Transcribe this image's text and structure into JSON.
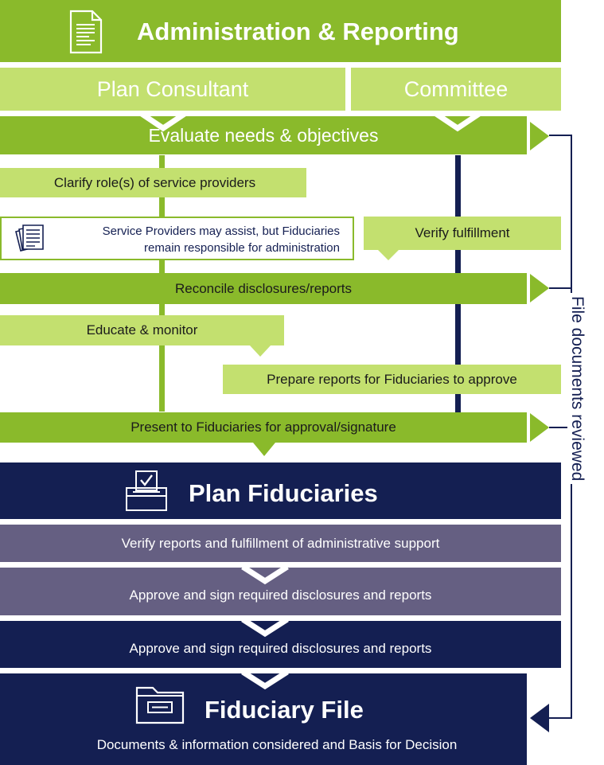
{
  "header": {
    "title": "Administration & Reporting",
    "icon": "document-icon"
  },
  "columns": {
    "consultant": "Plan Consultant",
    "committee": "Committee"
  },
  "steps": {
    "evaluate": "Evaluate needs & objectives",
    "clarify": "Clarify role(s) of service providers",
    "note_line1": "Service Providers may assist, but Fiduciaries",
    "note_line2": "remain responsible for administration",
    "verify_fulfillment": "Verify fulfillment",
    "reconcile": "Reconcile disclosures/reports",
    "educate": "Educate & monitor",
    "prepare": "Prepare reports for Fiduciaries to approve",
    "present": "Present to Fiduciaries for approval/signature"
  },
  "fiduciaries": {
    "title": "Plan Fiduciaries",
    "icon": "ballot-box-icon",
    "verify": "Verify reports and fulfillment of administrative support",
    "approve1": "Approve and sign required disclosures and reports",
    "approve2": "Approve and sign required disclosures and reports"
  },
  "file": {
    "title": "Fiduciary File",
    "icon": "folder-icon",
    "subtitle": "Documents & information considered and Basis for Decision"
  },
  "side_label": "File documents reviewed",
  "colors": {
    "green_dark": "#8aba2b",
    "green_light": "#c3e06f",
    "navy": "#141f52",
    "purple": "#655f82"
  }
}
